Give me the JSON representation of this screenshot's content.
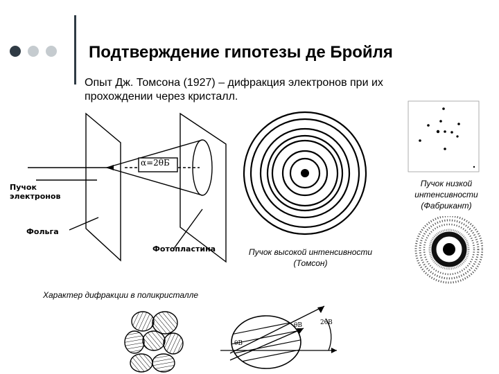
{
  "header": {
    "title": "Подтверждение гипотезы де Бройля",
    "subtitle": "Опыт Дж. Томсона (1927) – дифракция электронов при их прохождении через кристалл."
  },
  "accent_colors": {
    "dark": "#2f3b45",
    "light": "#c5cbcf"
  },
  "schematic": {
    "beam_label_line1": "Пучок",
    "beam_label_line2": "электронов",
    "foil_label": "Фольга",
    "plate_label": "Фотопластина",
    "angle_label": "α=2θБ"
  },
  "captions": {
    "high_intensity_line1": "Пучок высокой интенсивности",
    "high_intensity_line2": "(Томсон)",
    "low_intensity_line1": "Пучок низкой",
    "low_intensity_line2": "интенсивности",
    "low_intensity_line3": "(Фабрикант)",
    "polycrystal": "Характер дифракции в поликристалле"
  },
  "bragg": {
    "theta1": "θB",
    "theta2": "θB",
    "two_theta": "2θB"
  }
}
